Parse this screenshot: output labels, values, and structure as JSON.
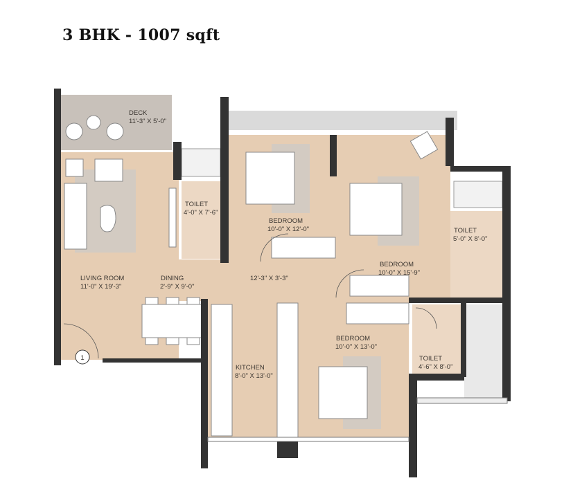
{
  "title": "3 BHK - 1007 sqft",
  "rooms": {
    "deck": {
      "name": "DECK",
      "size": "11'-3\" X 5'-0\""
    },
    "toilet1": {
      "name": "TOILET",
      "size": "4'-0\" X 7'-6\""
    },
    "bedroom1": {
      "name": "BEDROOM",
      "size": "10'-0\" X 12'-0\""
    },
    "living": {
      "name": "LIVING ROOM",
      "size": "11'-0\" X 19'-3\""
    },
    "dining": {
      "name": "DINING",
      "size": "2'-9\" X 9'-0\""
    },
    "passage": {
      "size": "12'-3\" X 3'-3\""
    },
    "bedroom2": {
      "name": "BEDROOM",
      "size": "10'-0\" X 15'-9\""
    },
    "toilet2": {
      "name": "TOILET",
      "size": "5'-0\" X 8'-0\""
    },
    "kitchen": {
      "name": "KITCHEN",
      "size": "8'-0\" X 13'-0\""
    },
    "bedroom3": {
      "name": "BEDROOM",
      "size": "10'-0\" X 13'-0\""
    },
    "toilet3": {
      "name": "TOILET",
      "size": "4'-6\" X 8'-0\""
    }
  },
  "entrance_marker": "1",
  "colors": {
    "floor": "#e6cdb3",
    "wall": "#333333",
    "deck": "#c8c1ba",
    "rug": "#d3cbc2"
  }
}
